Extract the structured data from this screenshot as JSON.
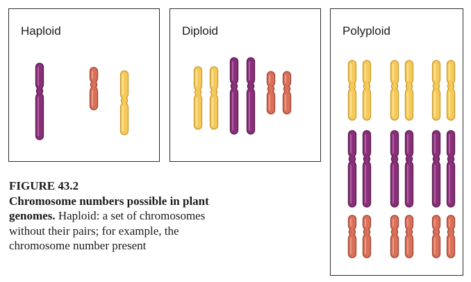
{
  "panels": {
    "haploid": {
      "label": "Haploid"
    },
    "diploid": {
      "label": "Diploid"
    },
    "polyploid": {
      "label": "Polyploid"
    }
  },
  "caption": {
    "figure_number": "FIGURE 43.2",
    "title": "Chromosome numbers possible in plant genomes.",
    "text": "Haploid: a set of chromosomes without their pairs; for example, the chromosome number present"
  },
  "colors": {
    "yellow_fill": "#f6c95a",
    "yellow_stroke": "#c99a2a",
    "yellow_highlight": "#fde9a8",
    "purple_fill": "#8a2f7a",
    "purple_stroke": "#561a4b",
    "purple_highlight": "#b66aa6",
    "orange_fill": "#d9705a",
    "orange_stroke": "#9e4433",
    "orange_highlight": "#f0a290"
  }
}
